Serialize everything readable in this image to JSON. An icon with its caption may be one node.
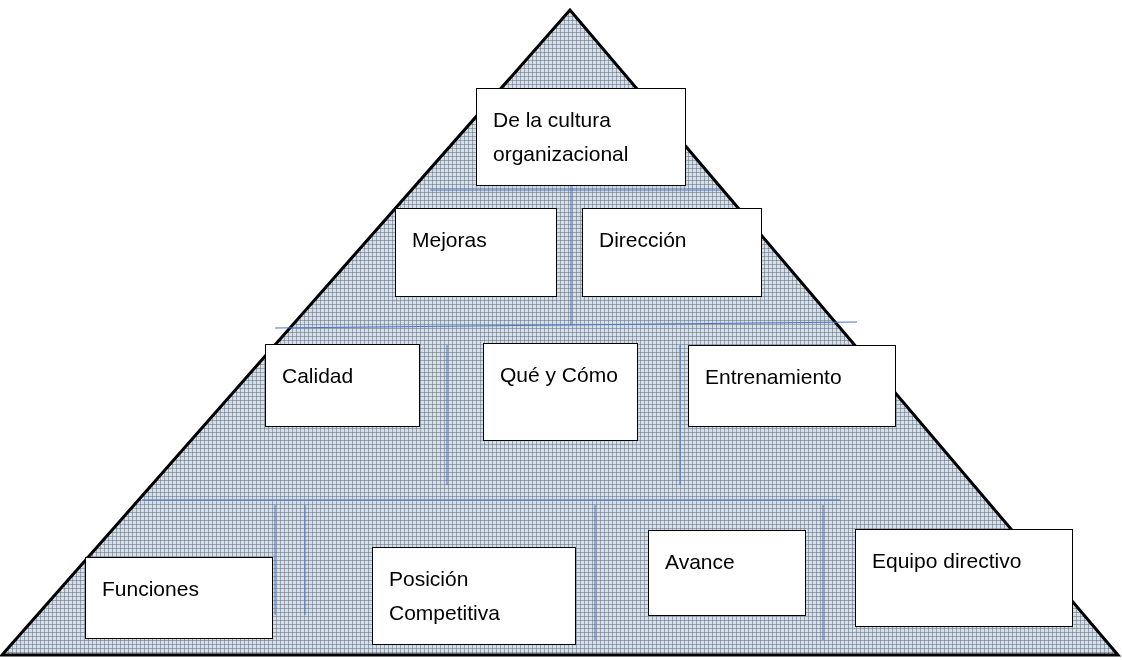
{
  "diagram": {
    "nodes": [
      {
        "text": [
          "De la cultura organizacional"
        ]
      },
      {
        "text": [
          "Mejoras"
        ]
      },
      {
        "text": [
          "Dirección"
        ]
      },
      {
        "text": [
          "Calidad"
        ]
      },
      {
        "text": [
          "Qué y Cómo"
        ]
      },
      {
        "text": [
          "Entrenamiento"
        ]
      },
      {
        "text": [
          "Funciones"
        ]
      },
      {
        "text": [
          "Posición Competitiva"
        ]
      },
      {
        "text": [
          "Avance"
        ]
      },
      {
        "text": [
          "Equipo directivo"
        ]
      }
    ],
    "edges": []
  }
}
